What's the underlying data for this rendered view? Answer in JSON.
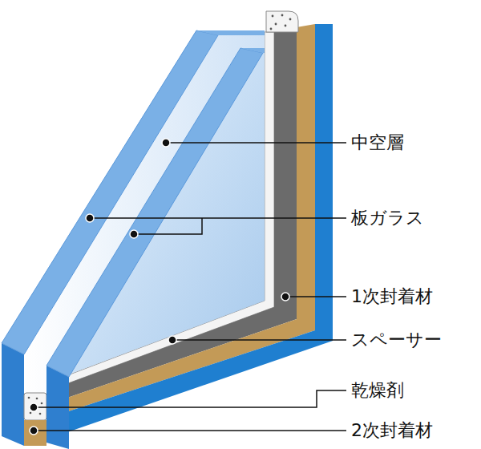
{
  "diagram": {
    "labels": [
      "中空層",
      "板ガラス",
      "1次封着材",
      "スペーサー",
      "乾燥剤",
      "2次封着材"
    ]
  }
}
